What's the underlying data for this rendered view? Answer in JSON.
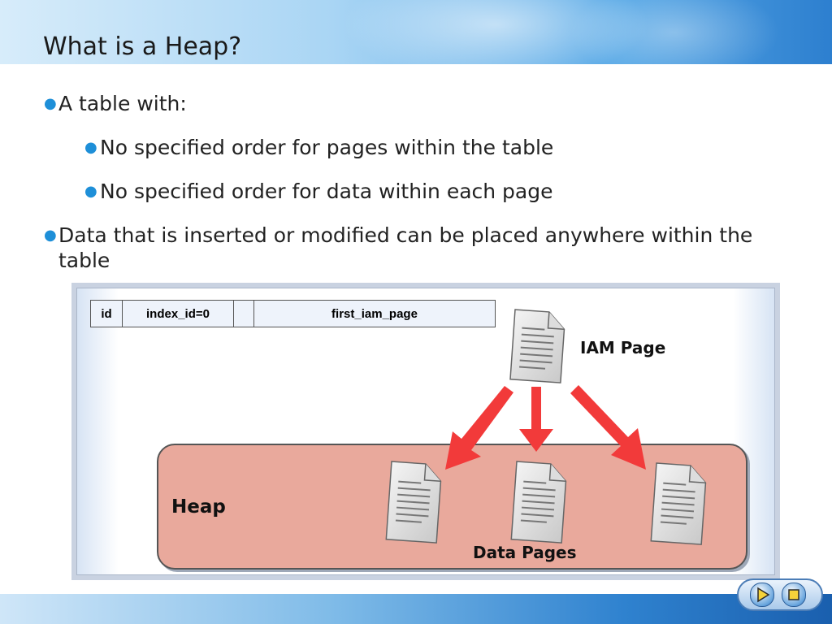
{
  "slide": {
    "title": "What is a Heap?",
    "bullets": [
      {
        "level": 1,
        "text": "A table with:"
      },
      {
        "level": 2,
        "text": "No specified order for pages within the table"
      },
      {
        "level": 2,
        "text": "No specified order for data within each page"
      },
      {
        "level": 1,
        "text": "Data that is inserted or modified can be placed anywhere within the table"
      }
    ]
  },
  "diagram": {
    "table_columns": [
      "id",
      "index_id=0",
      "",
      "first_iam_page"
    ],
    "iam_label": "IAM Page",
    "heap_label": "Heap",
    "data_pages_label": "Data Pages",
    "arrow_color": "#f23a3a",
    "heap_color": "#e9a99c"
  },
  "nav": {
    "icons": [
      "play-icon",
      "stop-icon"
    ]
  }
}
